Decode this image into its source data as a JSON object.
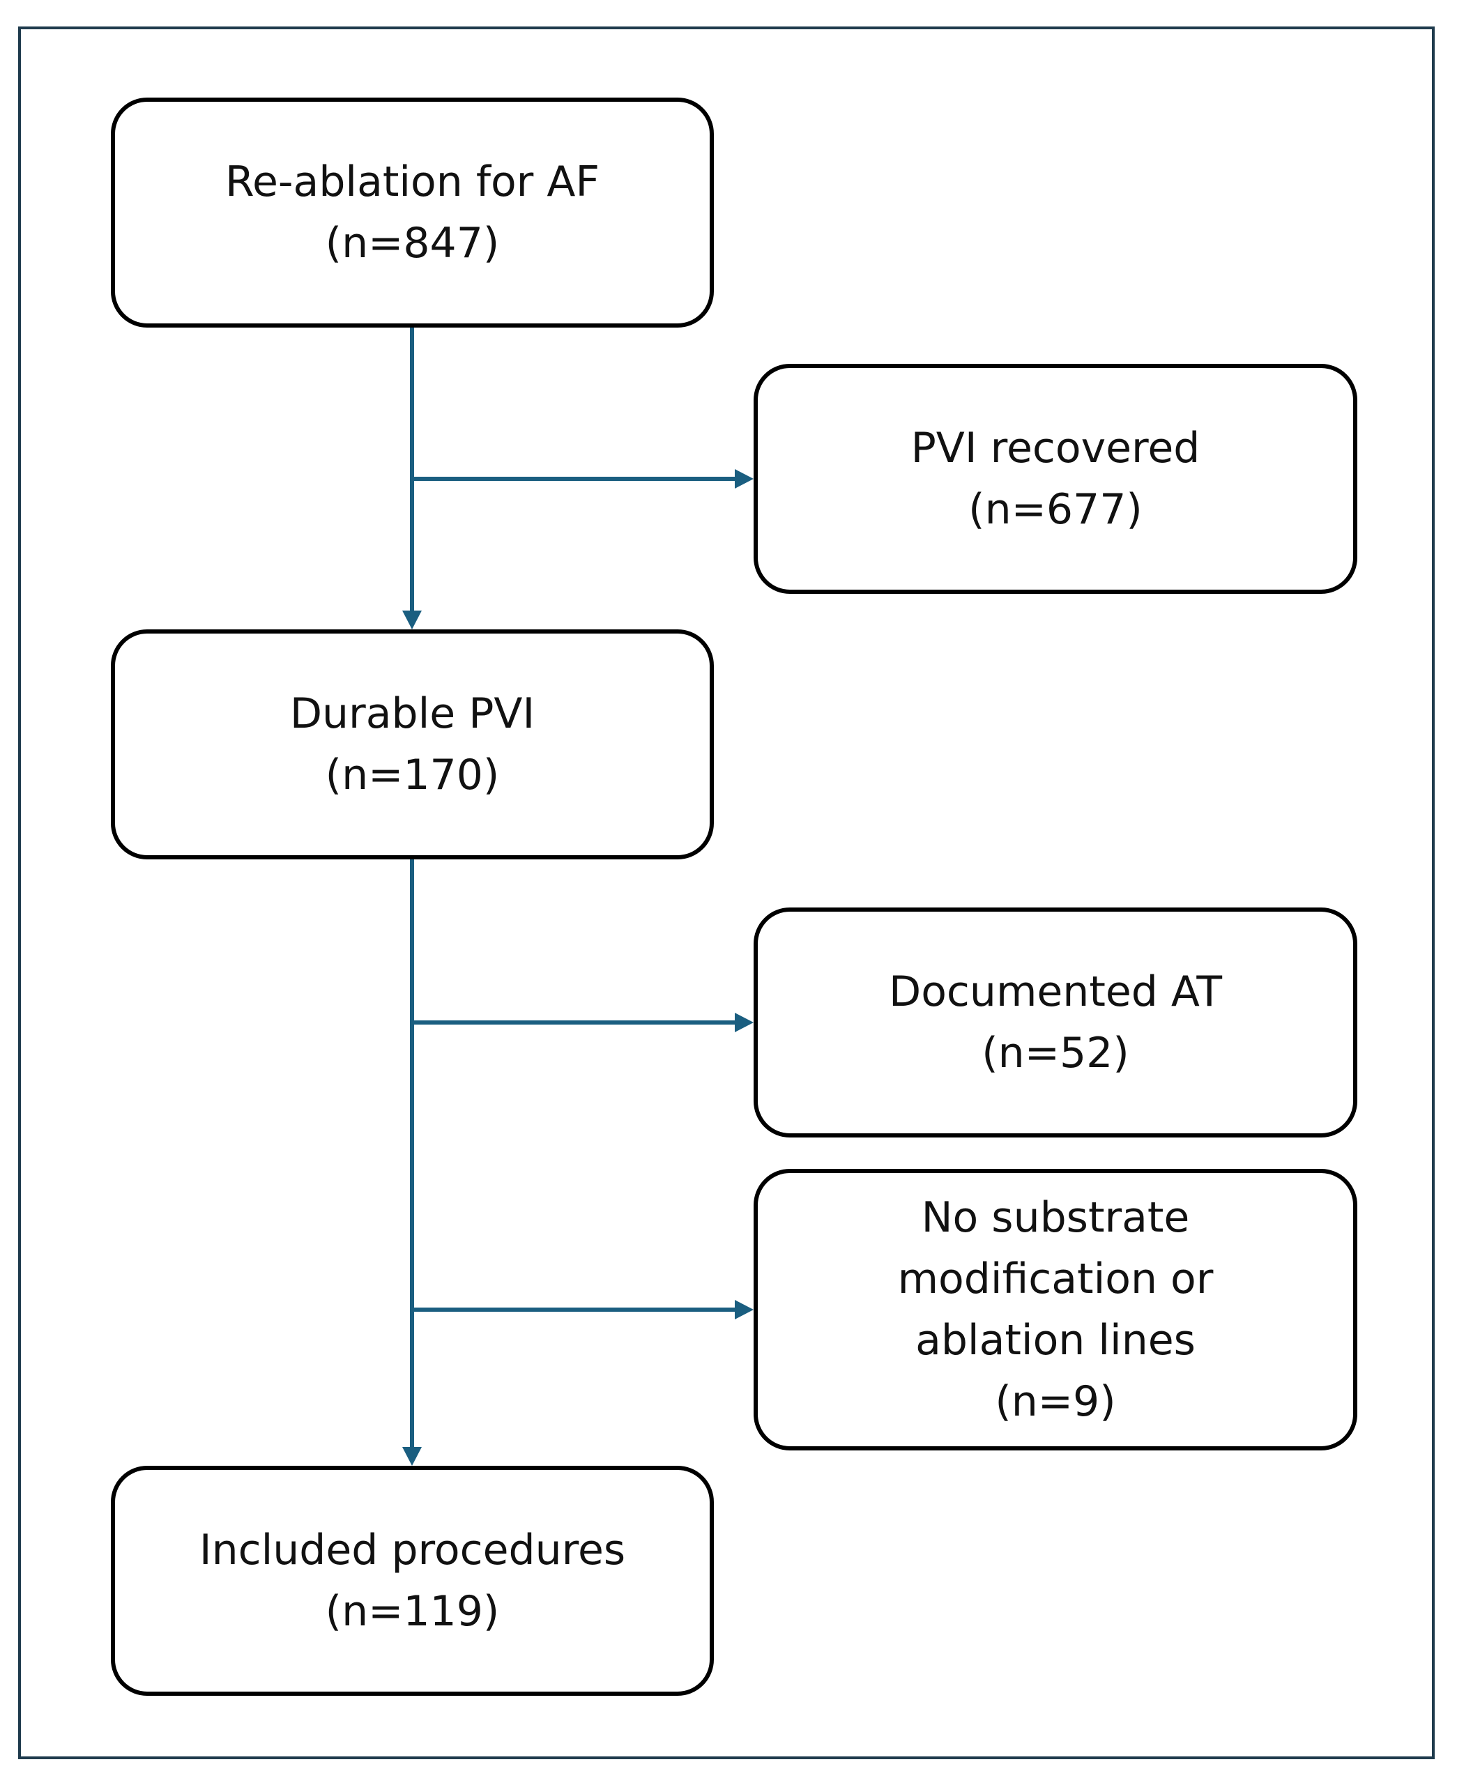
{
  "colors": {
    "arrow": "#1a5e80",
    "box_border": "#000000",
    "frame": "#1f3b4d"
  },
  "boxes": {
    "reablation": {
      "title": "Re-ablation for AF",
      "count": "(n=847)"
    },
    "pvi_recovered": {
      "title": "PVI recovered",
      "count": "(n=677)"
    },
    "durable_pvi": {
      "title": "Durable PVI",
      "count": "(n=170)"
    },
    "documented_at": {
      "title": "Documented AT",
      "count": "(n=52)"
    },
    "no_substrate": {
      "line1": "No substrate",
      "line2": "modification or",
      "line3": "ablation lines",
      "count": "(n=9)"
    },
    "included": {
      "title": "Included procedures",
      "count": "(n=119)"
    }
  }
}
